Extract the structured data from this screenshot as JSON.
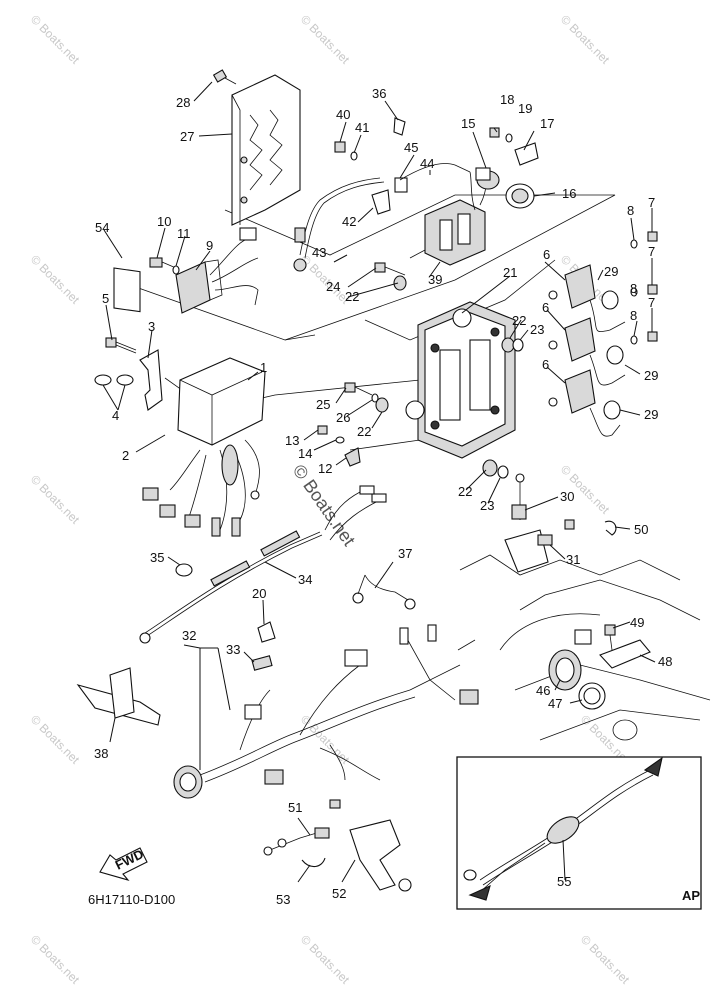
{
  "watermark": {
    "text": "© Boats.net",
    "center": "© Boats.net"
  },
  "labels": {
    "diagram_code": "6H17110-D100",
    "fwd": "FWD",
    "ap": "AP"
  },
  "callouts": [
    {
      "n": "28"
    },
    {
      "n": "27"
    },
    {
      "n": "36"
    },
    {
      "n": "40"
    },
    {
      "n": "41"
    },
    {
      "n": "18"
    },
    {
      "n": "19"
    },
    {
      "n": "17"
    },
    {
      "n": "15"
    },
    {
      "n": "16"
    },
    {
      "n": "45"
    },
    {
      "n": "44"
    },
    {
      "n": "42"
    },
    {
      "n": "43"
    },
    {
      "n": "39"
    },
    {
      "n": "21"
    },
    {
      "n": "54"
    },
    {
      "n": "10"
    },
    {
      "n": "11"
    },
    {
      "n": "9"
    },
    {
      "n": "5"
    },
    {
      "n": "3"
    },
    {
      "n": "4"
    },
    {
      "n": "1"
    },
    {
      "n": "2"
    },
    {
      "n": "13"
    },
    {
      "n": "14"
    },
    {
      "n": "12"
    },
    {
      "n": "25"
    },
    {
      "n": "26"
    },
    {
      "n": "22"
    },
    {
      "n": "24"
    },
    {
      "n": "22"
    },
    {
      "n": "22"
    },
    {
      "n": "23"
    },
    {
      "n": "22"
    },
    {
      "n": "23"
    },
    {
      "n": "6"
    },
    {
      "n": "6"
    },
    {
      "n": "6"
    },
    {
      "n": "29"
    },
    {
      "n": "29"
    },
    {
      "n": "29"
    },
    {
      "n": "7"
    },
    {
      "n": "7"
    },
    {
      "n": "7"
    },
    {
      "n": "8"
    },
    {
      "n": "8"
    },
    {
      "n": "8"
    },
    {
      "n": "30"
    },
    {
      "n": "31"
    },
    {
      "n": "50"
    },
    {
      "n": "35"
    },
    {
      "n": "34"
    },
    {
      "n": "37"
    },
    {
      "n": "20"
    },
    {
      "n": "33"
    },
    {
      "n": "32"
    },
    {
      "n": "38"
    },
    {
      "n": "49"
    },
    {
      "n": "48"
    },
    {
      "n": "46"
    },
    {
      "n": "47"
    },
    {
      "n": "51"
    },
    {
      "n": "53"
    },
    {
      "n": "52"
    },
    {
      "n": "55"
    }
  ]
}
